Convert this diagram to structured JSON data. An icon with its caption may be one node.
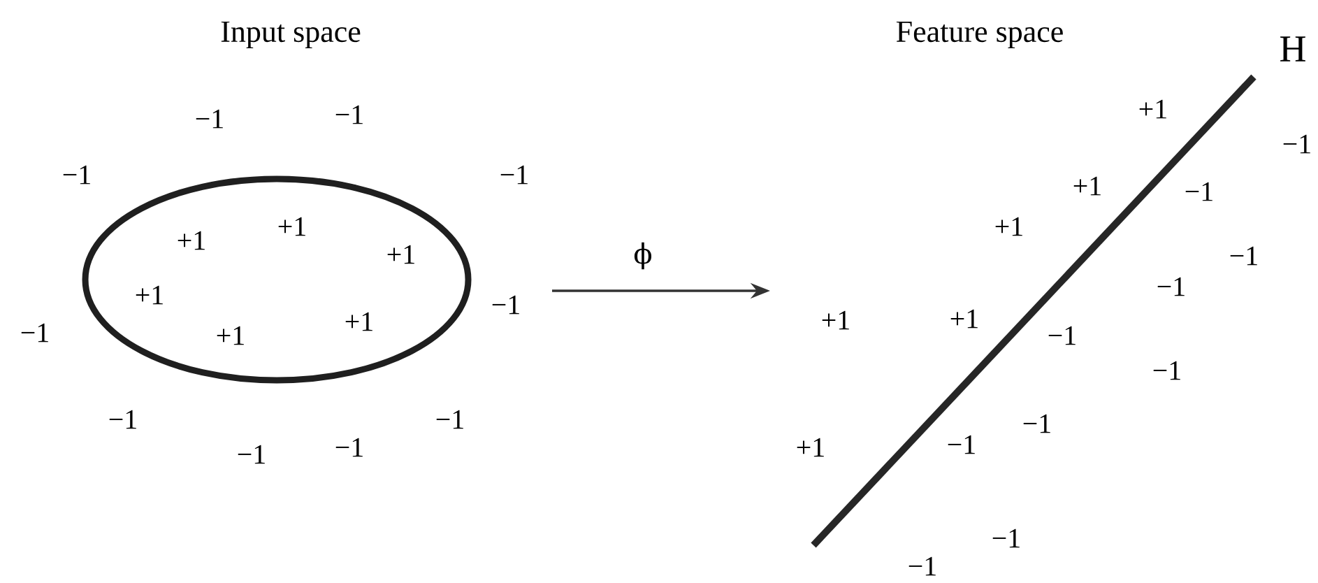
{
  "diagram": {
    "nodes": [
      {
        "text": [
          "+1",
          "+1",
          "+1",
          "+1",
          "+1",
          "+1"
        ]
      }
    ],
    "labels": [
      "Input space",
      "Feature space",
      "H",
      "+1",
      "−1",
      "−1",
      "−1",
      "−1",
      "−1",
      "+1",
      "−1",
      "+1",
      "ϕ",
      "−1",
      "−1",
      "−1",
      "+1",
      "+1",
      "−1",
      "−1",
      "−1",
      "−1",
      "−1",
      "−1",
      "−1",
      "+1",
      "−1",
      "−1",
      "−1",
      "−1"
    ]
  }
}
